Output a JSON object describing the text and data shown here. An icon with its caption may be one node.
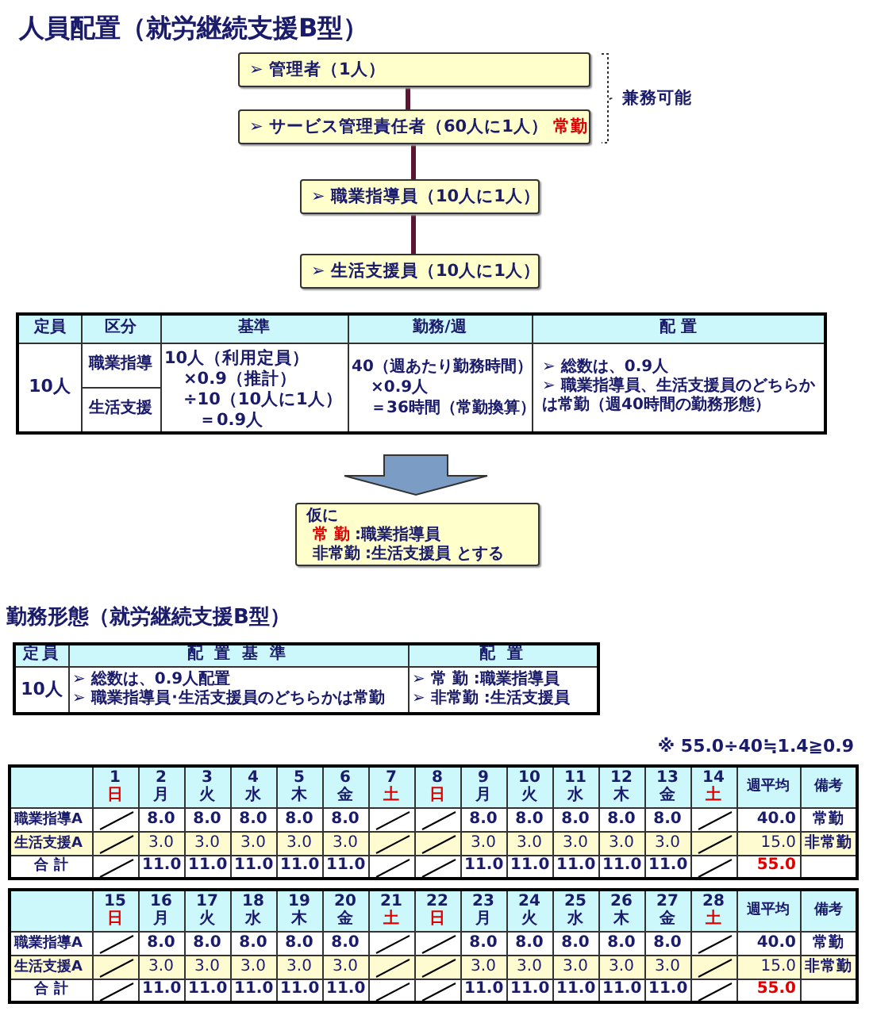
{
  "diagram": {
    "title": "人員配置（就労継続支援B型）",
    "nodes": [
      {
        "text": [
          "➢ 管理者（1人）"
        ]
      },
      {
        "text": [
          "➢ サービス管理責任者（60人に1人）",
          "常勤"
        ]
      },
      {
        "text": [
          "➢ 職業指導員（10人に1人）"
        ]
      },
      {
        "text": [
          "➢ 生活支援員（10人に1人）"
        ]
      },
      {
        "text": [
          "仮に",
          "常 勤",
          ":職業指導員",
          "非常勤",
          ":生活支援員 とする"
        ]
      }
    ],
    "edges": [
      {
        "from": 0,
        "to": 1,
        "arrow": "none"
      },
      {
        "from": 1,
        "to": 2,
        "arrow": "none"
      },
      {
        "from": 2,
        "to": 3,
        "arrow": "none"
      },
      {
        "from": null,
        "to": 4,
        "arrow": "to",
        "style": "thick",
        "color": "#7b9cc4"
      }
    ],
    "labels": [
      "兼務可能",
      "定員",
      "区分",
      "基準",
      "勤務/週",
      "配 置",
      "10人",
      "職業指導",
      "10人（利用定員）",
      "×0.9（推計）",
      "÷10（10人に1人）",
      "＝0.9人",
      "40（週あたり勤務時間）",
      "×0.9人",
      "＝36時間（常勤換算）",
      "➢ 総数は、0.9人",
      "➢ 職業指導員、生活支援員のどちらかは常勤（週40時間の勤務形態）",
      "生活支援",
      "勤務形態（就労継続支援B型）",
      "定員",
      "配 置 基 準",
      "配 置",
      "10人",
      "➢ 総数は、0.9人配置",
      "➢ 職業指導員･生活支援員のどちらかは常勤",
      "➢ 常 勤 :職業指導員",
      "➢ 非常勤 :生活支援員",
      "※ 55.0÷40≒1.4≧0.9",
      "1",
      "日",
      "2",
      "月",
      "3",
      "火",
      "4",
      "水",
      "5",
      "木",
      "6",
      "金",
      "7",
      "土",
      "8",
      "日",
      "9",
      "月",
      "10",
      "火",
      "11",
      "水",
      "12",
      "木",
      "13",
      "金",
      "14",
      "土",
      "週平均",
      "備考",
      "職業指導A",
      "8.0",
      "8.0",
      "8.0",
      "8.0",
      "8.0",
      "8.0",
      "8.0",
      "8.0",
      "8.0",
      "8.0",
      "40.0",
      "常勤",
      "生活支援A",
      "3.0",
      "3.0",
      "3.0",
      "3.0",
      "3.0",
      "3.0",
      "3.0",
      "3.0",
      "3.0",
      "3.0",
      "15.0",
      "非常勤",
      "合 計",
      "11.0",
      "11.0",
      "11.0",
      "11.0",
      "11.0",
      "11.0",
      "11.0",
      "11.0",
      "11.0",
      "11.0",
      "55.0",
      "15",
      "日",
      "16",
      "月",
      "17",
      "火",
      "18",
      "水",
      "19",
      "木",
      "20",
      "金",
      "21",
      "土",
      "22",
      "日",
      "23",
      "月",
      "24",
      "火",
      "25",
      "水",
      "26",
      "木",
      "27",
      "金",
      "28",
      "土",
      "週平均",
      "備考",
      "職業指導A",
      "8.0",
      "8.0",
      "8.0",
      "8.0",
      "8.0",
      "8.0",
      "8.0",
      "8.0",
      "8.0",
      "8.0",
      "40.0",
      "常勤",
      "生活支援A",
      "3.0",
      "3.0",
      "3.0",
      "3.0",
      "3.0",
      "3.0",
      "3.0",
      "3.0",
      "3.0",
      "3.0",
      "15.0",
      "非常勤",
      "合 計",
      "11.0",
      "11.0",
      "11.0",
      "11.0",
      "11.0",
      "11.0",
      "11.0",
      "11.0",
      "11.0",
      "11.0",
      "55.0"
    ]
  }
}
